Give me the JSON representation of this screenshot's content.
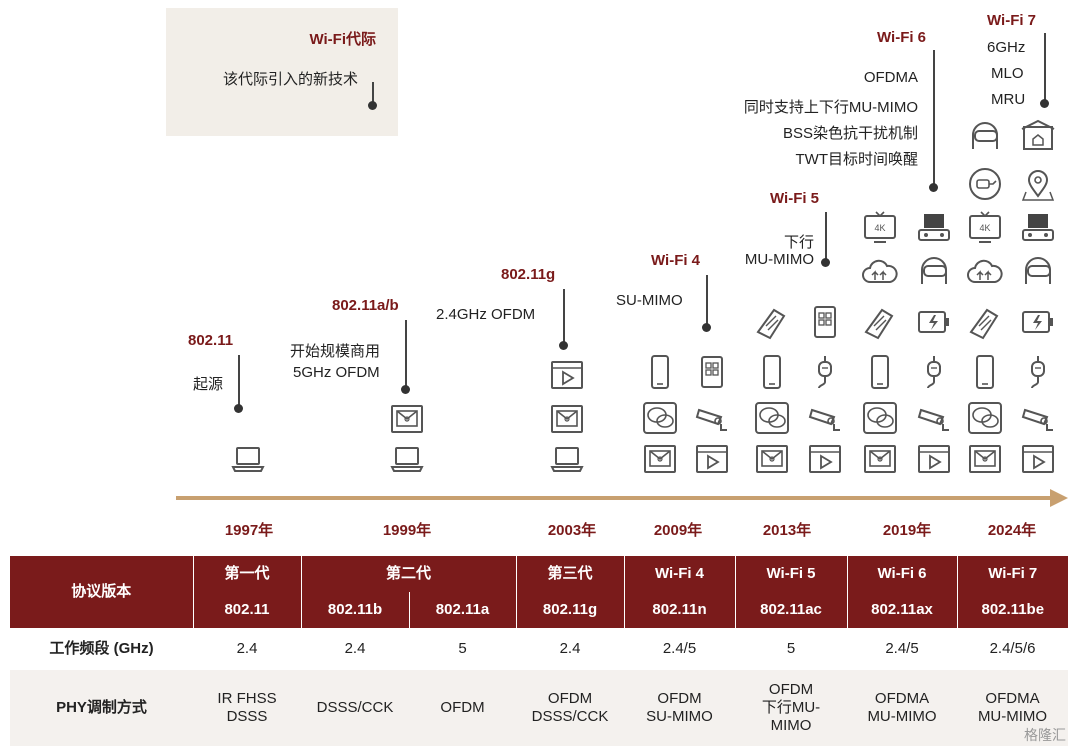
{
  "legend": {
    "title": "Wi-Fi代际",
    "desc": "该代际引入的新技术"
  },
  "gen_1997": {
    "title": "802.11",
    "tech": [
      "起源"
    ]
  },
  "gen_1999": {
    "title": "802.11a/b",
    "tech": [
      "开始规模商用",
      "5GHz OFDM"
    ]
  },
  "gen_2003": {
    "title": "802.11g",
    "tech": [
      "2.4GHz OFDM"
    ]
  },
  "gen_2009": {
    "title": "Wi-Fi 4",
    "tech": [
      "SU-MIMO"
    ]
  },
  "gen_2013": {
    "title": "Wi-Fi 5",
    "tech": [
      "下行",
      "MU-MIMO"
    ]
  },
  "gen_2019": {
    "title": "Wi-Fi 6",
    "tech": [
      "OFDMA",
      "同时支持上下行MU-MIMO",
      "BSS染色抗干扰机制",
      "TWT目标时间唤醒"
    ]
  },
  "gen_2024": {
    "title": "Wi-Fi 7",
    "tech": [
      "6GHz",
      "MLO",
      "MRU"
    ]
  },
  "years": [
    "1997年",
    "1999年",
    "2003年",
    "2009年",
    "2013年",
    "2019年",
    "2024年"
  ],
  "icons": {
    "y1997": [
      "laptop-icon"
    ],
    "y1999": [
      "email-icon",
      "laptop-icon"
    ],
    "y2003": [
      "video-icon",
      "email-icon",
      "laptop-icon"
    ],
    "y2009": [
      "phone-icon",
      "tablet-icon",
      "chat-icon",
      "cctv-icon",
      "email-icon",
      "video-icon"
    ],
    "y2013": [
      "pos-icon",
      "tablet-icon",
      "phone-icon",
      "medical-icon",
      "chat-icon",
      "cctv-icon",
      "email-icon",
      "video-icon"
    ],
    "y2019": [
      "tv-4k-icon",
      "robot-icon",
      "cloud-icon",
      "vr-icon",
      "pos-icon",
      "battery-icon",
      "phone-icon",
      "medical-icon",
      "chat-icon",
      "cctv-icon",
      "email-icon",
      "video-icon"
    ],
    "y2024": [
      "vr-icon",
      "smart-home-icon",
      "ev-charger-icon",
      "location-icon",
      "tv-4k-icon",
      "robot-icon",
      "cloud-icon",
      "vr-icon",
      "pos-icon",
      "battery-icon",
      "phone-icon",
      "medical-icon",
      "chat-icon",
      "cctv-icon",
      "email-icon",
      "video-icon"
    ]
  },
  "table": {
    "row_protocol": "协议版本",
    "row_band": "工作频段 (GHz)",
    "row_phy": "PHY调制方式",
    "generations": [
      "第一代",
      "第二代",
      "第三代",
      "Wi-Fi 4",
      "Wi-Fi 5",
      "Wi-Fi 6",
      "Wi-Fi 7"
    ],
    "standards": [
      "802.11",
      "802.11b",
      "802.11a",
      "802.11g",
      "802.11n",
      "802.11ac",
      "802.11ax",
      "802.11be"
    ],
    "bands": [
      "2.4",
      "2.4",
      "5",
      "2.4",
      "2.4/5",
      "5",
      "2.4/5",
      "2.4/5/6"
    ],
    "phy": [
      [
        "IR FHSS",
        "DSSS"
      ],
      [
        "DSSS/CCK"
      ],
      [
        "OFDM"
      ],
      [
        "OFDM",
        "DSSS/CCK"
      ],
      [
        "OFDM",
        "SU-MIMO"
      ],
      [
        "OFDM",
        "下行MU-",
        "MIMO"
      ],
      [
        "OFDMA",
        "MU-MIMO"
      ],
      [
        "OFDMA",
        "MU-MIMO"
      ]
    ]
  },
  "watermark": "格隆汇",
  "colors": {
    "accent": "#7a1b1b",
    "arrow": "#c8a070",
    "legend_bg": "#f2eee8"
  }
}
